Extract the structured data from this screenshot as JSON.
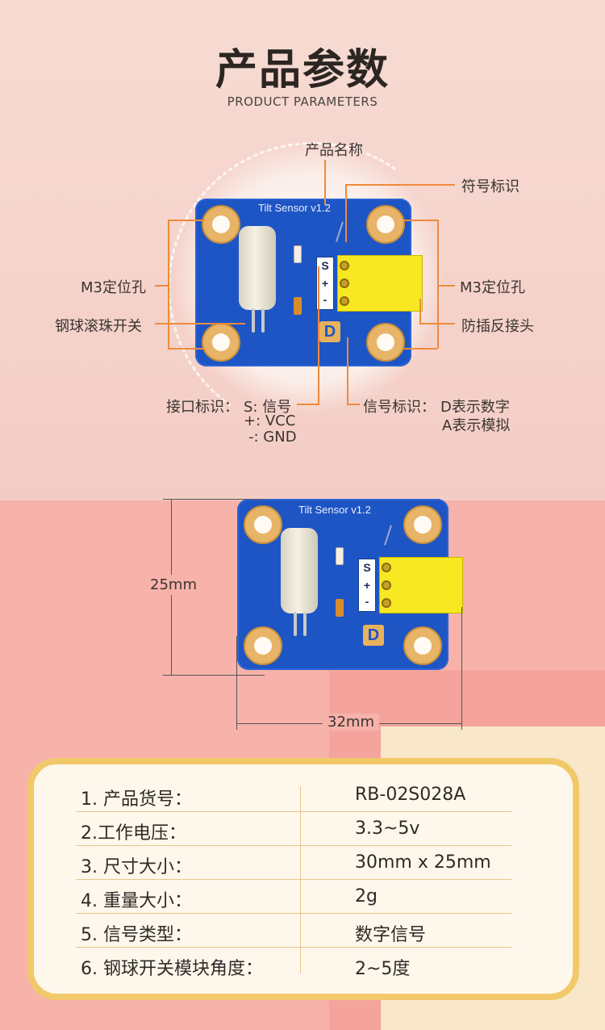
{
  "header": {
    "title": "产品参数",
    "subtitle": "PRODUCT PARAMETERS"
  },
  "annotations": {
    "product_name": "产品名称",
    "symbol_mark": "符号标识",
    "m3_left": "M3定位孔",
    "m3_right": "M3定位孔",
    "ball_switch": "钢球滚珠开关",
    "anti_reverse": "防插反接头",
    "interface_label": "接口标识：",
    "interface_s": "S: 信号",
    "interface_plus": "+:  VCC",
    "interface_minus": "-: GND",
    "signal_label": "信号标识：",
    "signal_d": "D表示数字",
    "signal_a": "A表示模拟"
  },
  "board": {
    "title": "Tilt Sensor v1.2",
    "pins": [
      "S",
      "+",
      "-"
    ],
    "logo": "D"
  },
  "dimensions": {
    "height_label": "25mm",
    "width_label": "32mm"
  },
  "specs": [
    {
      "key": "1. 产品货号：",
      "value": "RB-02S028A"
    },
    {
      "key": "2.工作电压：",
      "value": "3.3~5v"
    },
    {
      "key": "3. 尺寸大小：",
      "value": "30mm x 25mm"
    },
    {
      "key": "4. 重量大小：",
      "value": "2g"
    },
    {
      "key": "5. 信号类型：",
      "value": "数字信号"
    },
    {
      "key": "6. 钢球开关模块角度：",
      "value": "2~5度"
    }
  ]
}
